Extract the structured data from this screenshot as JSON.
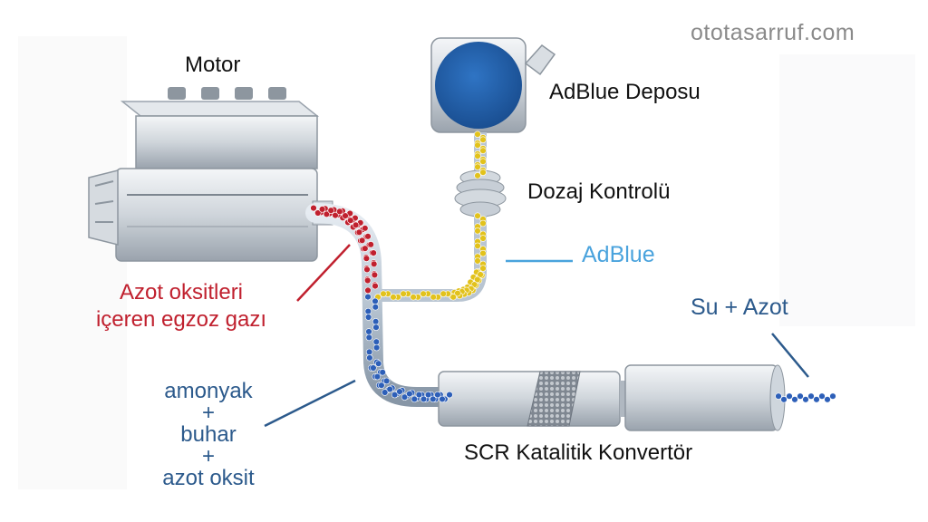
{
  "watermark": "ototasarruf.com",
  "labels": {
    "engine": "Motor",
    "tank": "AdBlue Deposu",
    "dosing": "Dozaj Kontrolü",
    "adblue": "AdBlue",
    "output": "Su + Azot",
    "exhaust_line1": "Azot oksitleri",
    "exhaust_line2": "içeren egzoz gazı",
    "mix_line1": "amonyak",
    "mix_plus1": "+",
    "mix_line2": "buhar",
    "mix_plus2": "+",
    "mix_line3": "azot oksit",
    "converter": "SCR Katalitik Konvertör"
  },
  "colors": {
    "exhaust_red": "#c0202e",
    "adblue_light": "#4aa3dd",
    "label_blue": "#2c5a8c",
    "particle_yellow": "#e2c21c",
    "particle_blue": "#2d5fb8",
    "tank_blue": "#1f5fa8"
  }
}
